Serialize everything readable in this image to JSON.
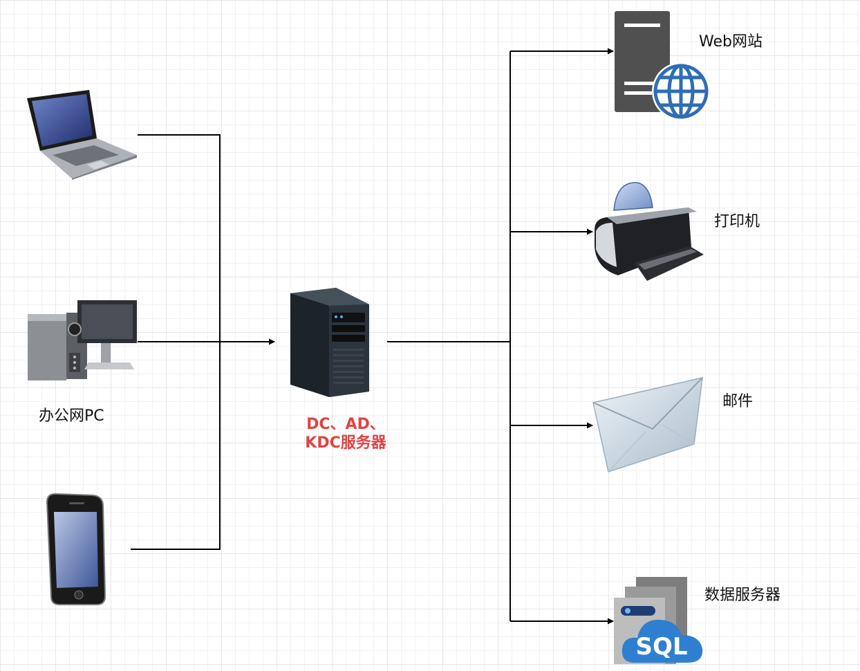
{
  "left": {
    "group_label": "办公网PC"
  },
  "center": {
    "line1": "DC、AD、",
    "line2": "KDC服务器",
    "color": "#e04343"
  },
  "right": {
    "web": "Web网站",
    "printer": "打印机",
    "mail": "邮件",
    "data_server": "数据服务器",
    "sql_badge": "SQL"
  },
  "icons": [
    "laptop-icon",
    "desktop-pc-icon",
    "smartphone-icon",
    "tower-server-icon",
    "web-server-icon",
    "printer-icon",
    "envelope-icon",
    "sql-database-icon"
  ]
}
